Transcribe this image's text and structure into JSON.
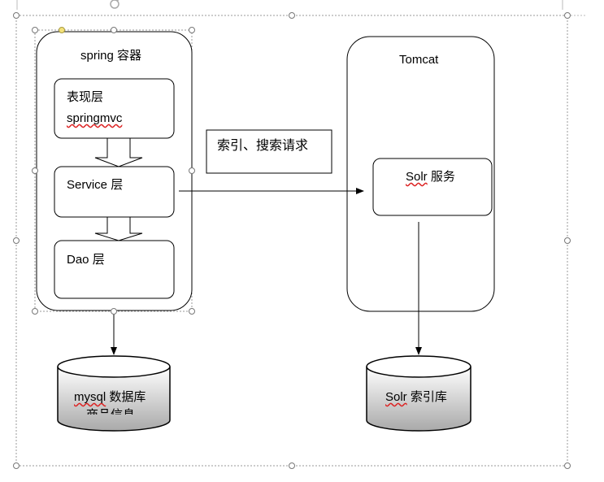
{
  "spring_container": {
    "title": "spring 容器"
  },
  "presentation_layer": {
    "line1": "表现层",
    "line2": "springmvc"
  },
  "service_layer": {
    "label_en": "Service",
    "label_cn": "层"
  },
  "dao_layer": {
    "label_en": "Dao",
    "label_cn": "层"
  },
  "tomcat": {
    "title": "Tomcat"
  },
  "request_label": "索引、搜索请求",
  "solr_service": {
    "label_en": "Solr",
    "label_cn": "服务"
  },
  "mysql_db": {
    "label_en": "mysql",
    "label_cn": "数据库",
    "line2": "商品信息"
  },
  "solr_db": {
    "label_en": "Solr",
    "label_cn": "索引库"
  },
  "colors": {
    "stroke": "#000000",
    "selection": "#9a9a9a",
    "db_gradient_top": "#ffffff",
    "db_gradient_bottom": "#a9a9a9",
    "handle_yellow": "#f4e27a"
  }
}
